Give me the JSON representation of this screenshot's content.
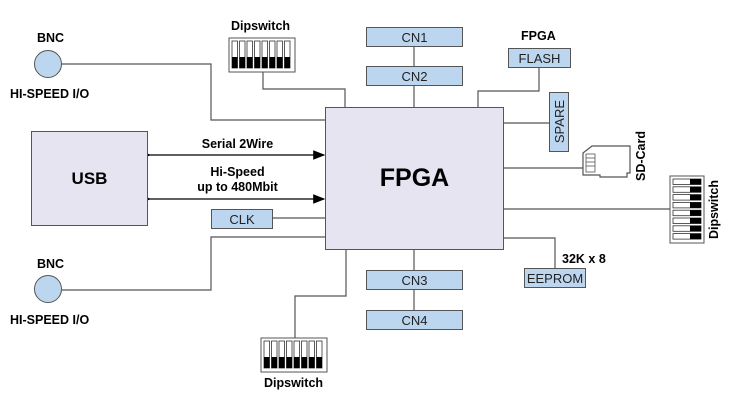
{
  "diagram": {
    "fpga": {
      "label": "FPGA"
    },
    "usb": {
      "label": "USB"
    },
    "links": {
      "serial": "Serial 2Wire",
      "hispeed_line1": "Hi-Speed",
      "hispeed_line2": "up to 480Mbit"
    },
    "clk": "CLK",
    "connectors": {
      "cn1": "CN1",
      "cn2": "CN2",
      "cn3": "CN3",
      "cn4": "CN4"
    },
    "flash": {
      "title": "FPGA",
      "label": "FLASH"
    },
    "spare": "SPARE",
    "sdcard": "SD-Card",
    "eeprom": {
      "size": "32K x 8",
      "label": "EEPROM"
    },
    "bnc_top": {
      "title": "BNC",
      "caption": "HI-SPEED I/O"
    },
    "bnc_bottom": {
      "title": "BNC",
      "caption": "HI-SPEED I/O"
    },
    "dipswitch_top": "Dipswitch",
    "dipswitch_bottom": "Dipswitch",
    "dipswitch_right": "Dipswitch",
    "colors": {
      "block_fill": "#e6e4f1",
      "connector_fill": "#bcd6ef",
      "wire": "#555555"
    }
  }
}
